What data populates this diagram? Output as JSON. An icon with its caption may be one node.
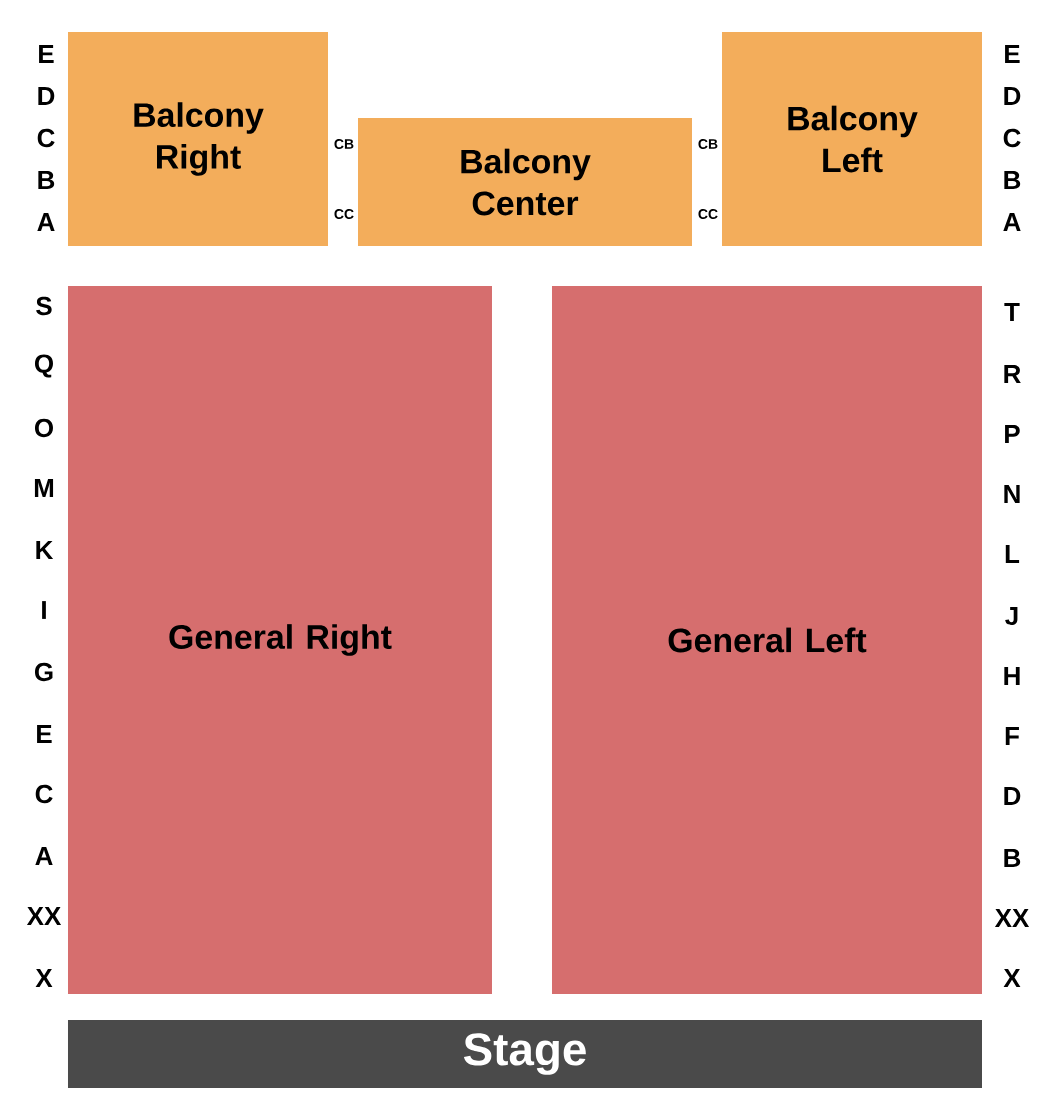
{
  "diagram": {
    "nodes": [
      {
        "text": [
          "Balcony Right"
        ]
      },
      {
        "text": [
          "Balcony Center"
        ]
      },
      {
        "text": [
          "Balcony Left"
        ]
      },
      {
        "text": [
          "General Right"
        ]
      },
      {
        "text": [
          "General Left"
        ]
      },
      {
        "text": [
          "Stage"
        ]
      }
    ],
    "labels": [
      "E",
      "D",
      "C",
      "B",
      "A",
      "CB",
      "CC",
      "CB",
      "CC",
      "E",
      "D",
      "C",
      "B",
      "A",
      "S",
      "Q",
      "O",
      "M",
      "K",
      "I",
      "G",
      "E",
      "C",
      "A",
      "XX",
      "X",
      "T",
      "R",
      "P",
      "N",
      "L",
      "J",
      "H",
      "F",
      "D",
      "B",
      "XX",
      "X"
    ]
  }
}
